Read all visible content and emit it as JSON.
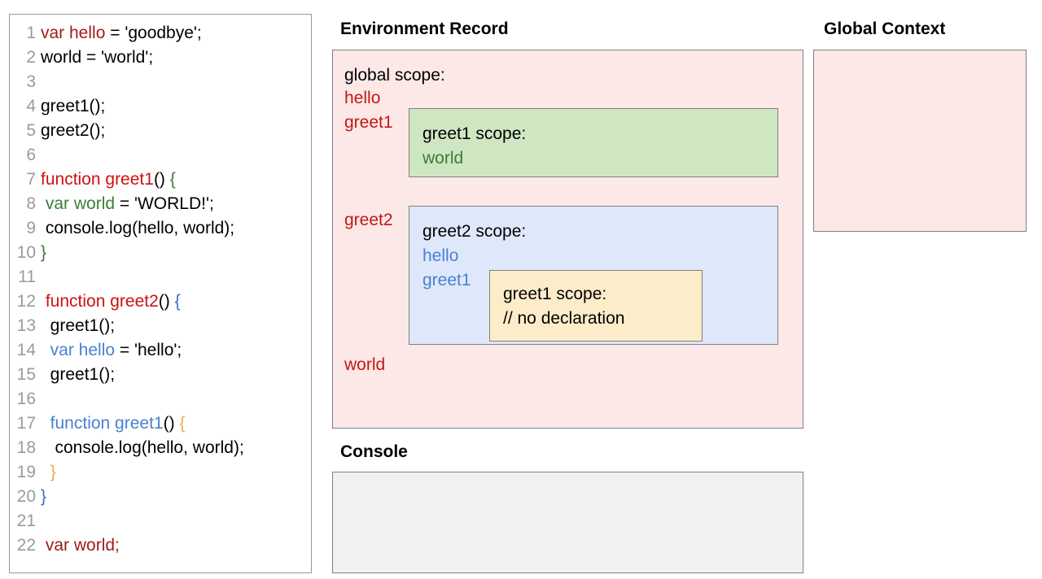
{
  "code_panel": {
    "lines": [
      {
        "num": "1",
        "tokens": [
          {
            "t": "var hello",
            "c": "darkred"
          },
          {
            "t": " = 'goodbye';",
            "c": "plain"
          }
        ]
      },
      {
        "num": "2",
        "tokens": [
          {
            "t": "world = 'world';",
            "c": "plain"
          }
        ]
      },
      {
        "num": "3",
        "tokens": [
          {
            "t": "",
            "c": "plain"
          }
        ]
      },
      {
        "num": "4",
        "tokens": [
          {
            "t": "greet1();",
            "c": "plain"
          }
        ]
      },
      {
        "num": "5",
        "tokens": [
          {
            "t": "greet2();",
            "c": "plain"
          }
        ]
      },
      {
        "num": "6",
        "tokens": [
          {
            "t": "",
            "c": "plain"
          }
        ]
      },
      {
        "num": "7",
        "tokens": [
          {
            "t": "function greet1",
            "c": "red"
          },
          {
            "t": "() ",
            "c": "plain"
          },
          {
            "t": "{",
            "c": "greenbr"
          }
        ]
      },
      {
        "num": "8",
        "tokens": [
          {
            "t": " ",
            "c": "plain"
          },
          {
            "t": "var world",
            "c": "green"
          },
          {
            "t": " = 'WORLD!';",
            "c": "plain"
          }
        ]
      },
      {
        "num": "9",
        "tokens": [
          {
            "t": " console.log(hello, world);",
            "c": "plain"
          }
        ]
      },
      {
        "num": "10",
        "tokens": [
          {
            "t": "}",
            "c": "greenbr"
          }
        ]
      },
      {
        "num": "11",
        "tokens": [
          {
            "t": "",
            "c": "plain"
          }
        ]
      },
      {
        "num": "12",
        "tokens": [
          {
            "t": " ",
            "c": "plain"
          },
          {
            "t": "function greet2",
            "c": "red"
          },
          {
            "t": "() ",
            "c": "plain"
          },
          {
            "t": "{",
            "c": "bluebr"
          }
        ]
      },
      {
        "num": "13",
        "tokens": [
          {
            "t": "  greet1();",
            "c": "plain"
          }
        ]
      },
      {
        "num": "14",
        "tokens": [
          {
            "t": "  ",
            "c": "plain"
          },
          {
            "t": "var hello",
            "c": "blue"
          },
          {
            "t": " = 'hello';",
            "c": "plain"
          }
        ]
      },
      {
        "num": "15",
        "tokens": [
          {
            "t": "  greet1();",
            "c": "plain"
          }
        ]
      },
      {
        "num": "16",
        "tokens": [
          {
            "t": "",
            "c": "plain"
          }
        ]
      },
      {
        "num": "17",
        "tokens": [
          {
            "t": "  ",
            "c": "plain"
          },
          {
            "t": "function greet1",
            "c": "blue"
          },
          {
            "t": "() ",
            "c": "plain"
          },
          {
            "t": "{",
            "c": "gold"
          }
        ]
      },
      {
        "num": "18",
        "tokens": [
          {
            "t": "   console.log(hello, world);",
            "c": "plain"
          }
        ]
      },
      {
        "num": "19",
        "tokens": [
          {
            "t": "  ",
            "c": "plain"
          },
          {
            "t": "}",
            "c": "gold"
          }
        ]
      },
      {
        "num": "20",
        "tokens": [
          {
            "t": "}",
            "c": "bluebr"
          }
        ]
      },
      {
        "num": "21",
        "tokens": [
          {
            "t": "",
            "c": "plain"
          }
        ]
      },
      {
        "num": "22",
        "tokens": [
          {
            "t": " ",
            "c": "plain"
          },
          {
            "t": "var world;",
            "c": "darkred"
          }
        ]
      }
    ]
  },
  "environment_record": {
    "title": "Environment Record",
    "global_scope_label": "global scope:",
    "bindings": {
      "hello": "hello",
      "greet1": "greet1",
      "greet2": "greet2",
      "world": "world"
    },
    "greet1_scope": {
      "title": "greet1 scope:",
      "bindings": {
        "world": "world"
      }
    },
    "greet2_scope": {
      "title": "greet2 scope:",
      "bindings": {
        "hello": "hello",
        "greet1": "greet1"
      },
      "inner_greet1_scope": {
        "title": "greet1 scope:",
        "note": "// no declaration"
      }
    }
  },
  "global_context": {
    "title": "Global Context",
    "contents": ""
  },
  "console": {
    "title": "Console",
    "contents": ""
  },
  "colors": {
    "pink_bg": "#fce8e6",
    "green_bg": "#cfe6c3",
    "blue_bg": "#dfe8fa",
    "yellow_bg": "#fcecc9",
    "console_bg": "#f1f1f1",
    "border": "#808080",
    "code_red": "#d01010",
    "code_darkred": "#a01c1c",
    "code_green": "#3a7d34",
    "code_blue": "#4a7fd4",
    "code_gold": "#e8b04b",
    "line_number": "#9b9b9b"
  }
}
